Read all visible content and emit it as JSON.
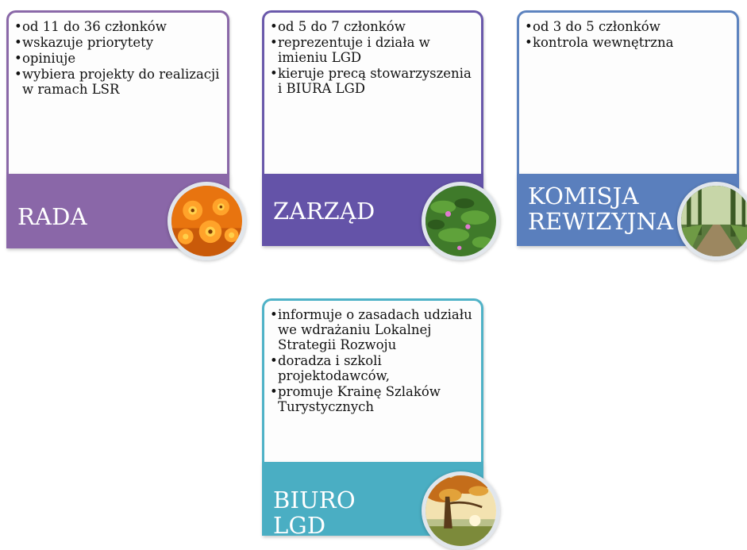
{
  "cards": {
    "rada": {
      "label": "RADA",
      "items": [
        "od 11 do 36 członków",
        "wskazuje priorytety",
        "opiniuje",
        "wybiera projekty do realizacji w ramach LSR"
      ],
      "image_icon": "orange-flowers-photo",
      "accent": "#8a67a8"
    },
    "zarzad": {
      "label": "ZARZĄD",
      "items": [
        "od 5 do 7 członków",
        "reprezentuje i działa w imieniu LGD",
        "kieruje precą stowarzyszenia i BIURA LGD"
      ],
      "image_icon": "green-plant-photo",
      "accent": "#6453a8"
    },
    "komisja": {
      "label_line1": "KOMISJA",
      "label_line2": "REWIZYJNA",
      "items": [
        "od 3 do 5 członków",
        "kontrola wewnętrzna"
      ],
      "image_icon": "forest-path-photo",
      "accent": "#5a7fbd"
    },
    "biuro": {
      "label": "BIURO LGD",
      "items": [
        "informuje o zasadach udziału we wdrażaniu Lokalnej Strategii Rozwoju",
        "doradza i szkoli projektodawców,",
        "promuje Krainę Szlaków Turystycznych"
      ],
      "image_icon": "autumn-tree-photo",
      "accent": "#4aaec3"
    }
  }
}
